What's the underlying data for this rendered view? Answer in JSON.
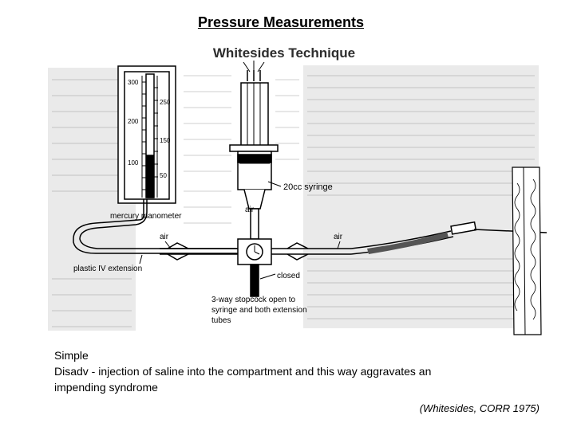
{
  "slide": {
    "title": "Pressure Measurements",
    "subtitle": "Whitesides Technique"
  },
  "diagram": {
    "labels": {
      "mercury_manometer": "mercury manometer",
      "syringe": "20cc syringe",
      "air_top": "air",
      "air_left": "air",
      "air_right": "air",
      "closed": "closed",
      "plastic_iv": "plastic IV extension",
      "stopcock_line1": "3-way stopcock open to",
      "stopcock_line2": "syringe and both extension",
      "stopcock_line3": "tubes"
    },
    "manometer_left_scale": [
      "300",
      "200",
      "100"
    ],
    "manometer_right_scale": [
      "250",
      "150",
      "50"
    ]
  },
  "caption": {
    "line1": "Simple",
    "line2": "Disadv - injection of saline into the compartment and this way aggravates an",
    "line3": "impending syndrome"
  },
  "citation": "(Whitesides, CORR 1975)"
}
